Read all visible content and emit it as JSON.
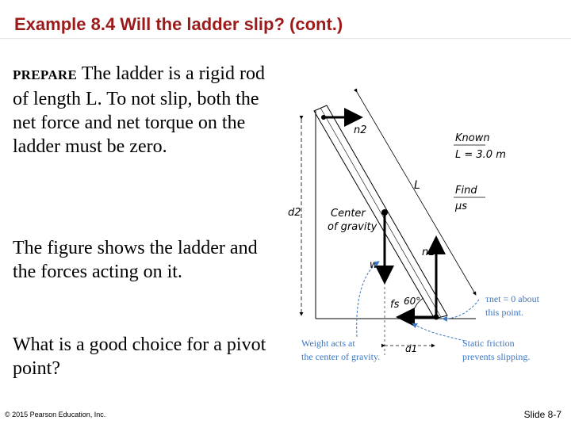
{
  "slide": {
    "title": "Example 8.4 Will the ladder slip? (cont.)",
    "prepare_label": "PREPARE",
    "para1": "The ladder is a rigid rod of length L. To not slip, both the net force and net torque on the ladder must be zero.",
    "para2": "The figure shows the ladder and the forces acting on it.",
    "para3": "What is a good choice for a pivot point?",
    "footer_copyright": "© 2015 Pearson Education, Inc.",
    "footer_slide": "Slide 8-7"
  },
  "figure": {
    "known_title": "Known",
    "known_value": "L = 3.0 m",
    "find_title": "Find",
    "find_value": "μs",
    "ladder_label": "L",
    "center_of_gravity": [
      "Center",
      "of gravity"
    ],
    "n2": "n2",
    "n1": "n1",
    "w": "w",
    "fs": "fs",
    "angle": "60°",
    "d1": "d1",
    "d2": "d2",
    "torque_note": [
      "τnet = 0 about",
      "this point."
    ],
    "weight_note": [
      "Weight acts at",
      "the center of gravity."
    ],
    "friction_note": [
      "Static friction",
      "prevents slipping."
    ]
  }
}
